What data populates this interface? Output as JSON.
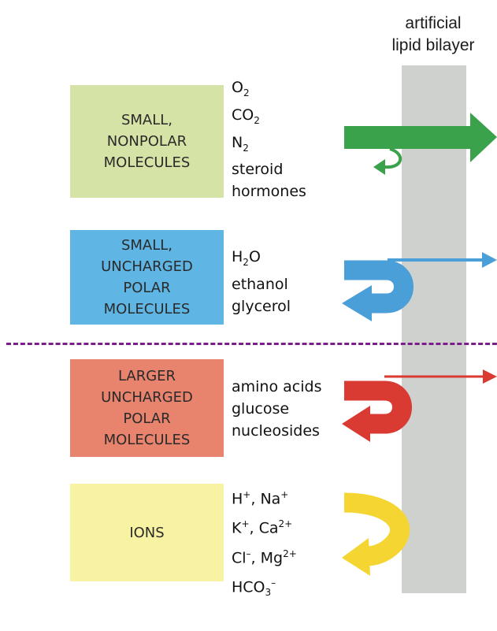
{
  "bilayer_label": [
    "artificial",
    "lipid bilayer"
  ],
  "groups": [
    {
      "category_lines": [
        "SMALL,",
        "NONPOLAR",
        "MOLECULES"
      ],
      "color": "#d6e3a6",
      "arrow_color": "#39a24a",
      "examples": [
        {
          "text": "O",
          "sub": "2"
        },
        {
          "text": "CO",
          "sub": "2"
        },
        {
          "text": "N",
          "sub": "2"
        },
        {
          "text": "steroid"
        },
        {
          "text": "hormones"
        }
      ]
    },
    {
      "category_lines": [
        "SMALL,",
        "UNCHARGED",
        "POLAR",
        "MOLECULES"
      ],
      "color": "#5fb6e5",
      "arrow_color": "#4a9fd8",
      "examples": [
        {
          "text": "H",
          "sub": "2",
          "after": "O"
        },
        {
          "text": "ethanol"
        },
        {
          "text": "glycerol"
        }
      ]
    },
    {
      "category_lines": [
        "LARGER",
        "UNCHARGED",
        "POLAR",
        "MOLECULES"
      ],
      "color": "#e8836d",
      "arrow_color": "#d93a32",
      "examples": [
        {
          "text": "amino acids"
        },
        {
          "text": "glucose"
        },
        {
          "text": "nucleosides"
        }
      ]
    },
    {
      "category_lines": [
        "IONS"
      ],
      "color": "#f8f3a3",
      "arrow_color": "#f4d532",
      "examples": [
        {
          "text": "H",
          "sup": "+",
          "after": ", Na",
          "sup2": "+"
        },
        {
          "text": "K",
          "sup": "+",
          "after": ", Ca",
          "sup2": "2+"
        },
        {
          "text": "Cl",
          "sup": "–",
          "after": ", Mg",
          "sup2": "2+"
        },
        {
          "text": "HCO",
          "sub": "3",
          "sup": "–"
        }
      ]
    }
  ]
}
